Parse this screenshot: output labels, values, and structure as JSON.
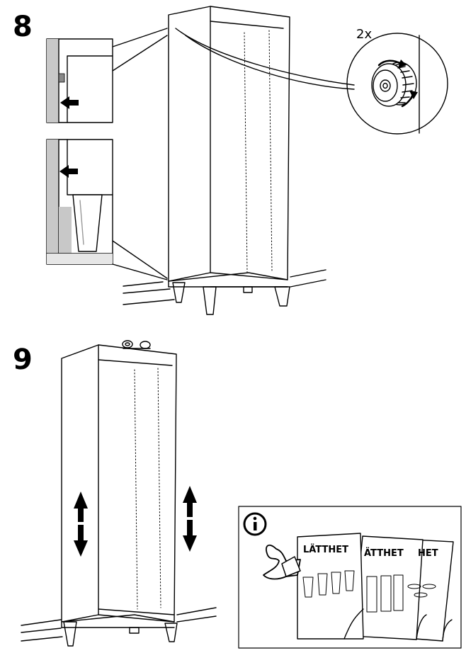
{
  "steps": {
    "step8": {
      "number": "8",
      "quantity": "2x"
    },
    "step9": {
      "number": "9"
    }
  },
  "info_box": {
    "icon": "info-icon",
    "booklets": [
      {
        "title": "LÄTTHET"
      },
      {
        "title": "ÄTTHET"
      },
      {
        "title": "HET"
      }
    ]
  },
  "icons": [
    "info-icon",
    "person-reading-icon",
    "up-down-arrow-icon",
    "left-arrow-icon",
    "rotate-arrow-icon"
  ],
  "colors": {
    "line": "#000000",
    "wall": "#c8c8c8",
    "floor_fill": "#e6e6e6"
  }
}
